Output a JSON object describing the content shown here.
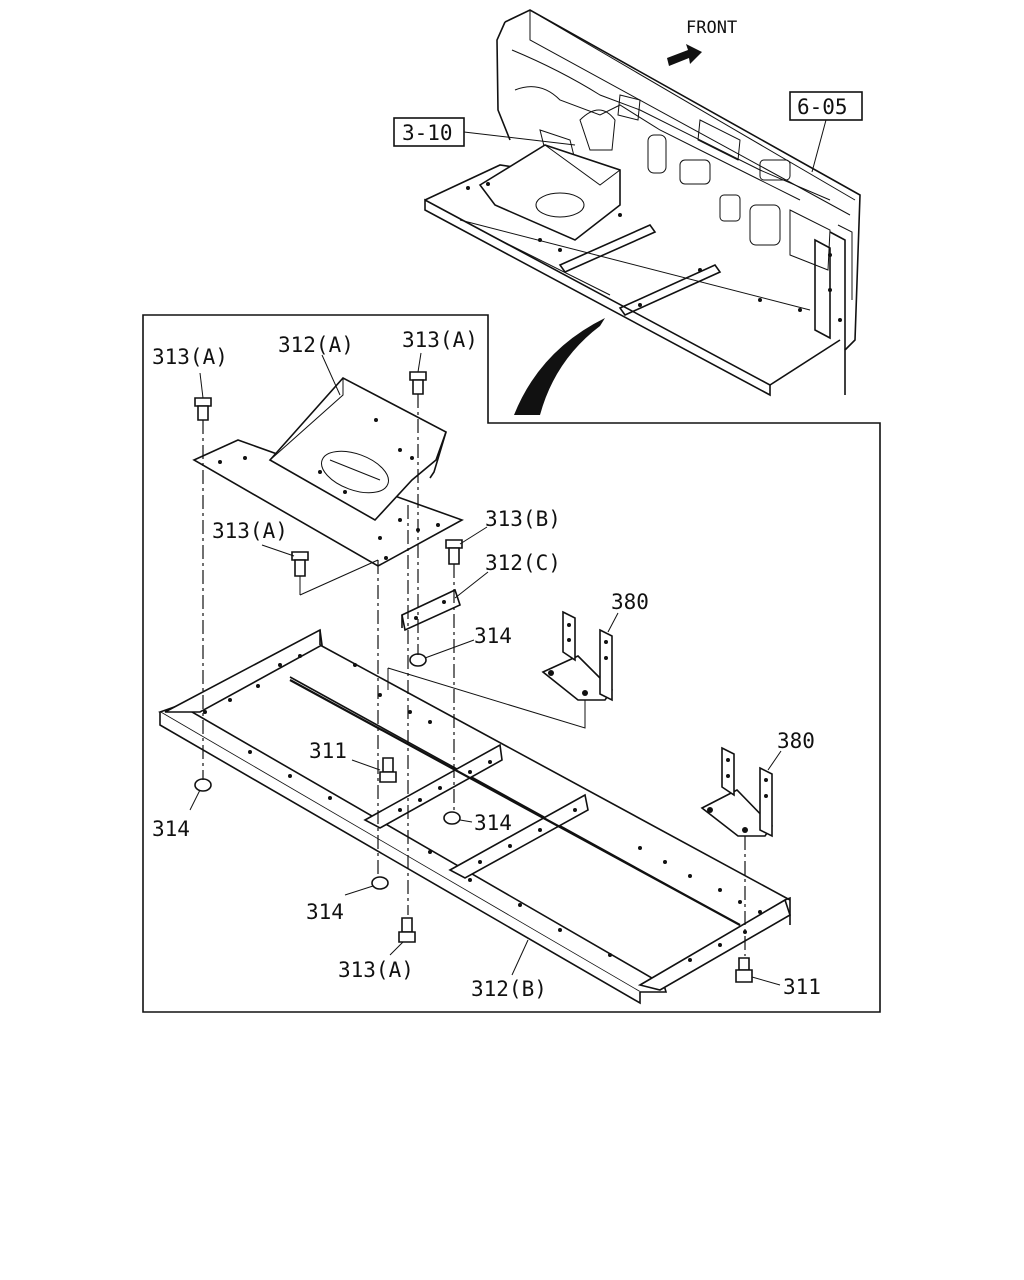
{
  "direction_label": "FRONT",
  "refs": {
    "ref_3_10": "3-10",
    "ref_6_05": "6-05"
  },
  "callouts": {
    "c_313a_top_left": "313(A)",
    "c_312a": "312(A)",
    "c_313a_top_right": "313(A)",
    "c_313a_mid": "313(A)",
    "c_313b": "313(B)",
    "c_312c": "312(C)",
    "c_314_upper": "314",
    "c_380_upper": "380",
    "c_380_lower": "380",
    "c_311_mid": "311",
    "c_314_left": "314",
    "c_314_center": "314",
    "c_314_lower": "314",
    "c_313a_bottom": "313(A)",
    "c_312b": "312(B)",
    "c_311_right": "311"
  },
  "icons": {
    "front_arrow": "arrow-right-icon"
  }
}
